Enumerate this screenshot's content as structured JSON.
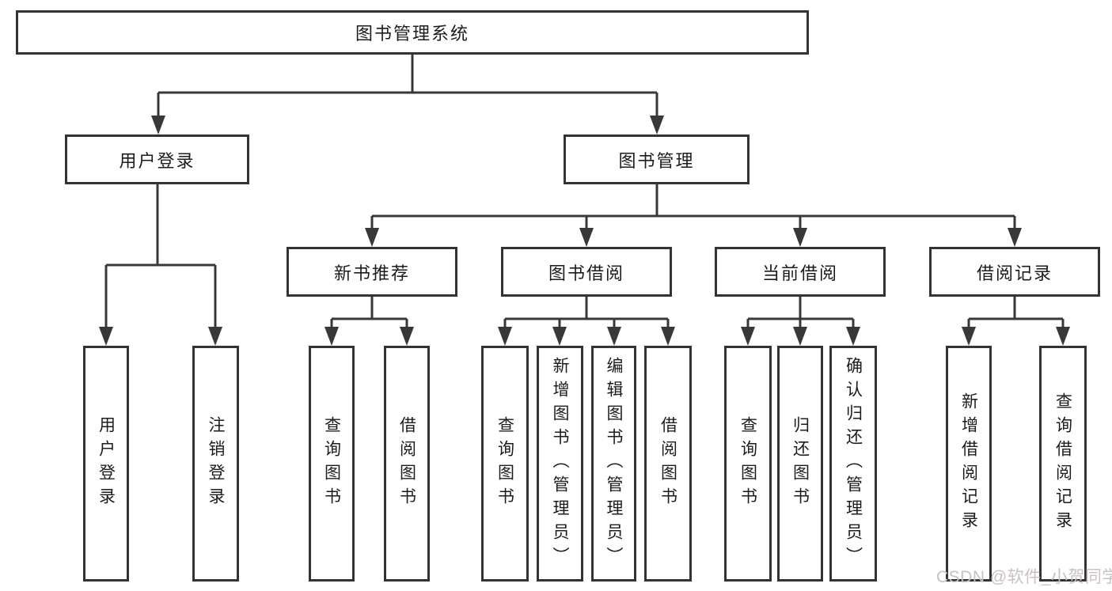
{
  "diagram": {
    "root": {
      "label": "图书管理系统"
    },
    "branches": [
      {
        "label": "用户登录",
        "children": [
          {
            "label": "用户登录"
          },
          {
            "label": "注销登录"
          }
        ]
      },
      {
        "label": "图书管理",
        "children": [
          {
            "label": "新书推荐",
            "children": [
              {
                "label": "查询图书"
              },
              {
                "label": "借阅图书"
              }
            ]
          },
          {
            "label": "图书借阅",
            "children": [
              {
                "label": "查询图书"
              },
              {
                "label": "新增图书（管理员）"
              },
              {
                "label": "编辑图书（管理员）"
              },
              {
                "label": "借阅图书"
              }
            ]
          },
          {
            "label": "当前借阅",
            "children": [
              {
                "label": "查询图书"
              },
              {
                "label": "归还图书"
              },
              {
                "label": "确认归还（管理员）"
              }
            ]
          },
          {
            "label": "借阅记录",
            "children": [
              {
                "label": "新增借阅记录"
              },
              {
                "label": "查询借阅记录"
              }
            ]
          }
        ]
      }
    ]
  },
  "watermark": {
    "text": "CSDN @软件_小贺同学"
  },
  "colors": {
    "line": "#383838",
    "box_border": "#333333",
    "text": "#1c1c1c",
    "watermark": "#c8c2c2",
    "background": "#ffffff"
  }
}
